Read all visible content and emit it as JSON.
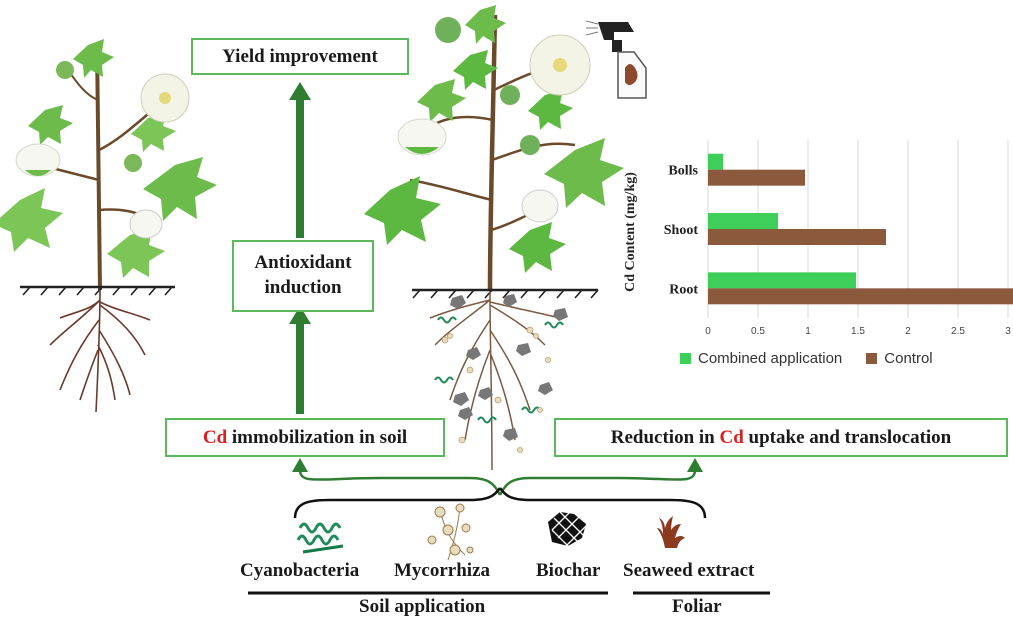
{
  "boxes": {
    "yield": "Yield improvement",
    "antioxidant_line1": "Antioxidant",
    "antioxidant_line2": "induction",
    "immob_cd": "Cd",
    "immob_rest": " immobilization in soil",
    "reduction_pre": "Reduction in ",
    "reduction_cd": "Cd",
    "reduction_post": " uptake and translocation"
  },
  "treatments": {
    "cyanobacteria": "Cyanobacteria",
    "mycorrhiza": "Mycorrhiza",
    "biochar": "Biochar",
    "seaweed": "Seaweed extract"
  },
  "groups": {
    "soil": "Soil application",
    "foliar": "Foliar"
  },
  "colors": {
    "box_border": "#5cb85c",
    "arrow": "#2e7d32",
    "cd_red": "#d92020",
    "combined": "#3ecf5a",
    "control": "#8b5a3c"
  },
  "chart_data": {
    "type": "bar",
    "orientation": "horizontal",
    "categories": [
      "Bolls",
      "Shoot",
      "Root"
    ],
    "series": [
      {
        "name": "Combined application",
        "values": [
          0.15,
          0.7,
          1.48
        ]
      },
      {
        "name": "Control",
        "values": [
          0.97,
          1.78,
          3.05
        ]
      }
    ],
    "ylabel": "Cd Content (mg/kg)",
    "xlim": [
      0,
      3
    ],
    "xticks": [
      "0",
      "0.5",
      "1",
      "1.5",
      "2",
      "2.5",
      "3"
    ],
    "grid": true,
    "legend_position": "bottom"
  }
}
